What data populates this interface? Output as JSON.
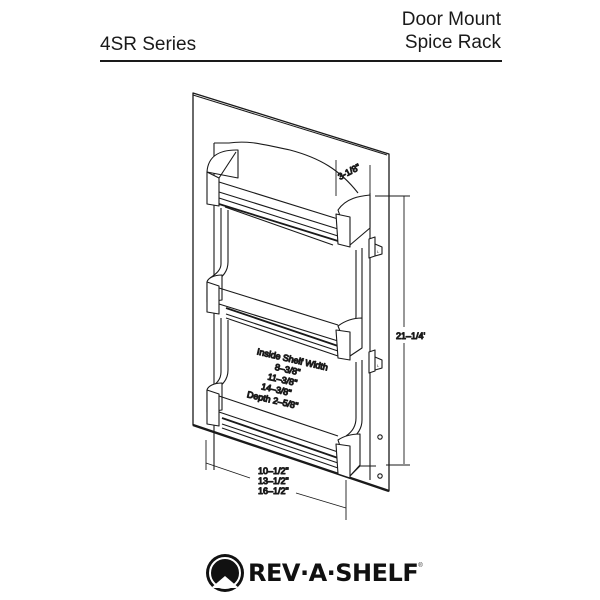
{
  "header": {
    "series": "4SR Series",
    "title_line1": "Door Mount",
    "title_line2": "Spice Rack"
  },
  "dimensions": {
    "depth_top": "3-1/8\"",
    "height": "21–1/4'",
    "inside_shelf": {
      "label": "Inside Shelf Width",
      "widths": [
        "8–3/8\"",
        "11–3/8\"",
        "14–3/8\""
      ],
      "depth": "Depth 2–5/8\""
    },
    "overall_widths": [
      "10–1/2\"",
      "13–1/2\"",
      "16–1/2\""
    ]
  },
  "brand": {
    "name": "REV·A·SHELF",
    "registered": "®"
  }
}
